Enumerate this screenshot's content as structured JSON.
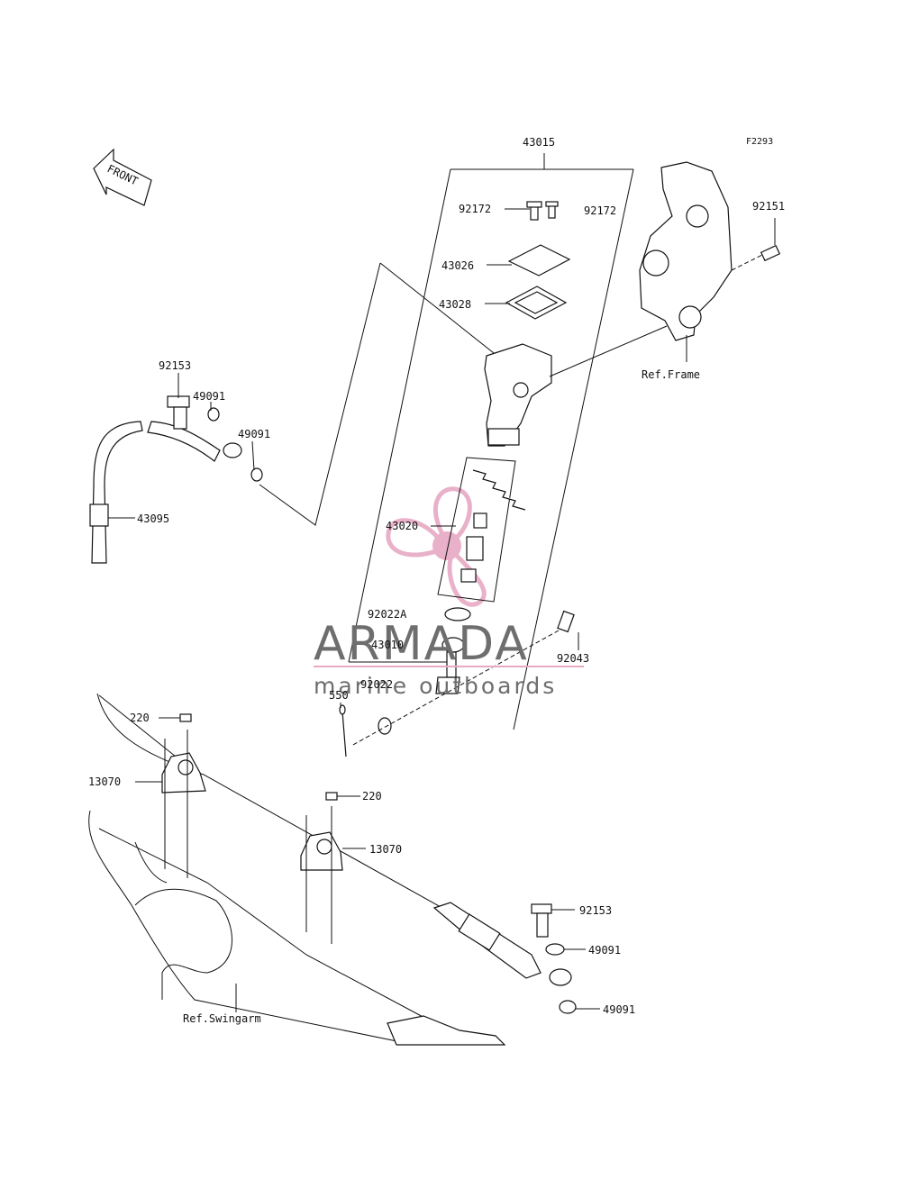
{
  "diagram_code": "F2293",
  "front_label": "FRONT",
  "watermark": {
    "brand": "ARMADA",
    "tagline": "marine outboards",
    "logo_color": "#e7a9c4",
    "text_color": "#6e6e6e"
  },
  "references": {
    "frame": "Ref.Frame",
    "swingarm": "Ref.Swingarm"
  },
  "parts": {
    "p43015": "43015",
    "p92172a": "92172",
    "p92172b": "92172",
    "p92151": "92151",
    "p43026": "43026",
    "p43028": "43028",
    "p92153a": "92153",
    "p49091a": "49091",
    "p49091b": "49091",
    "p43095": "43095",
    "p43020": "43020",
    "p92022A": "92022A",
    "p43010": "43010",
    "p92043": "92043",
    "p550": "550",
    "p92022": "92022",
    "p220a": "220",
    "p13070a": "13070",
    "p220b": "220",
    "p13070b": "13070",
    "p92153b": "92153",
    "p49091c": "49091",
    "p49091d": "49091"
  }
}
